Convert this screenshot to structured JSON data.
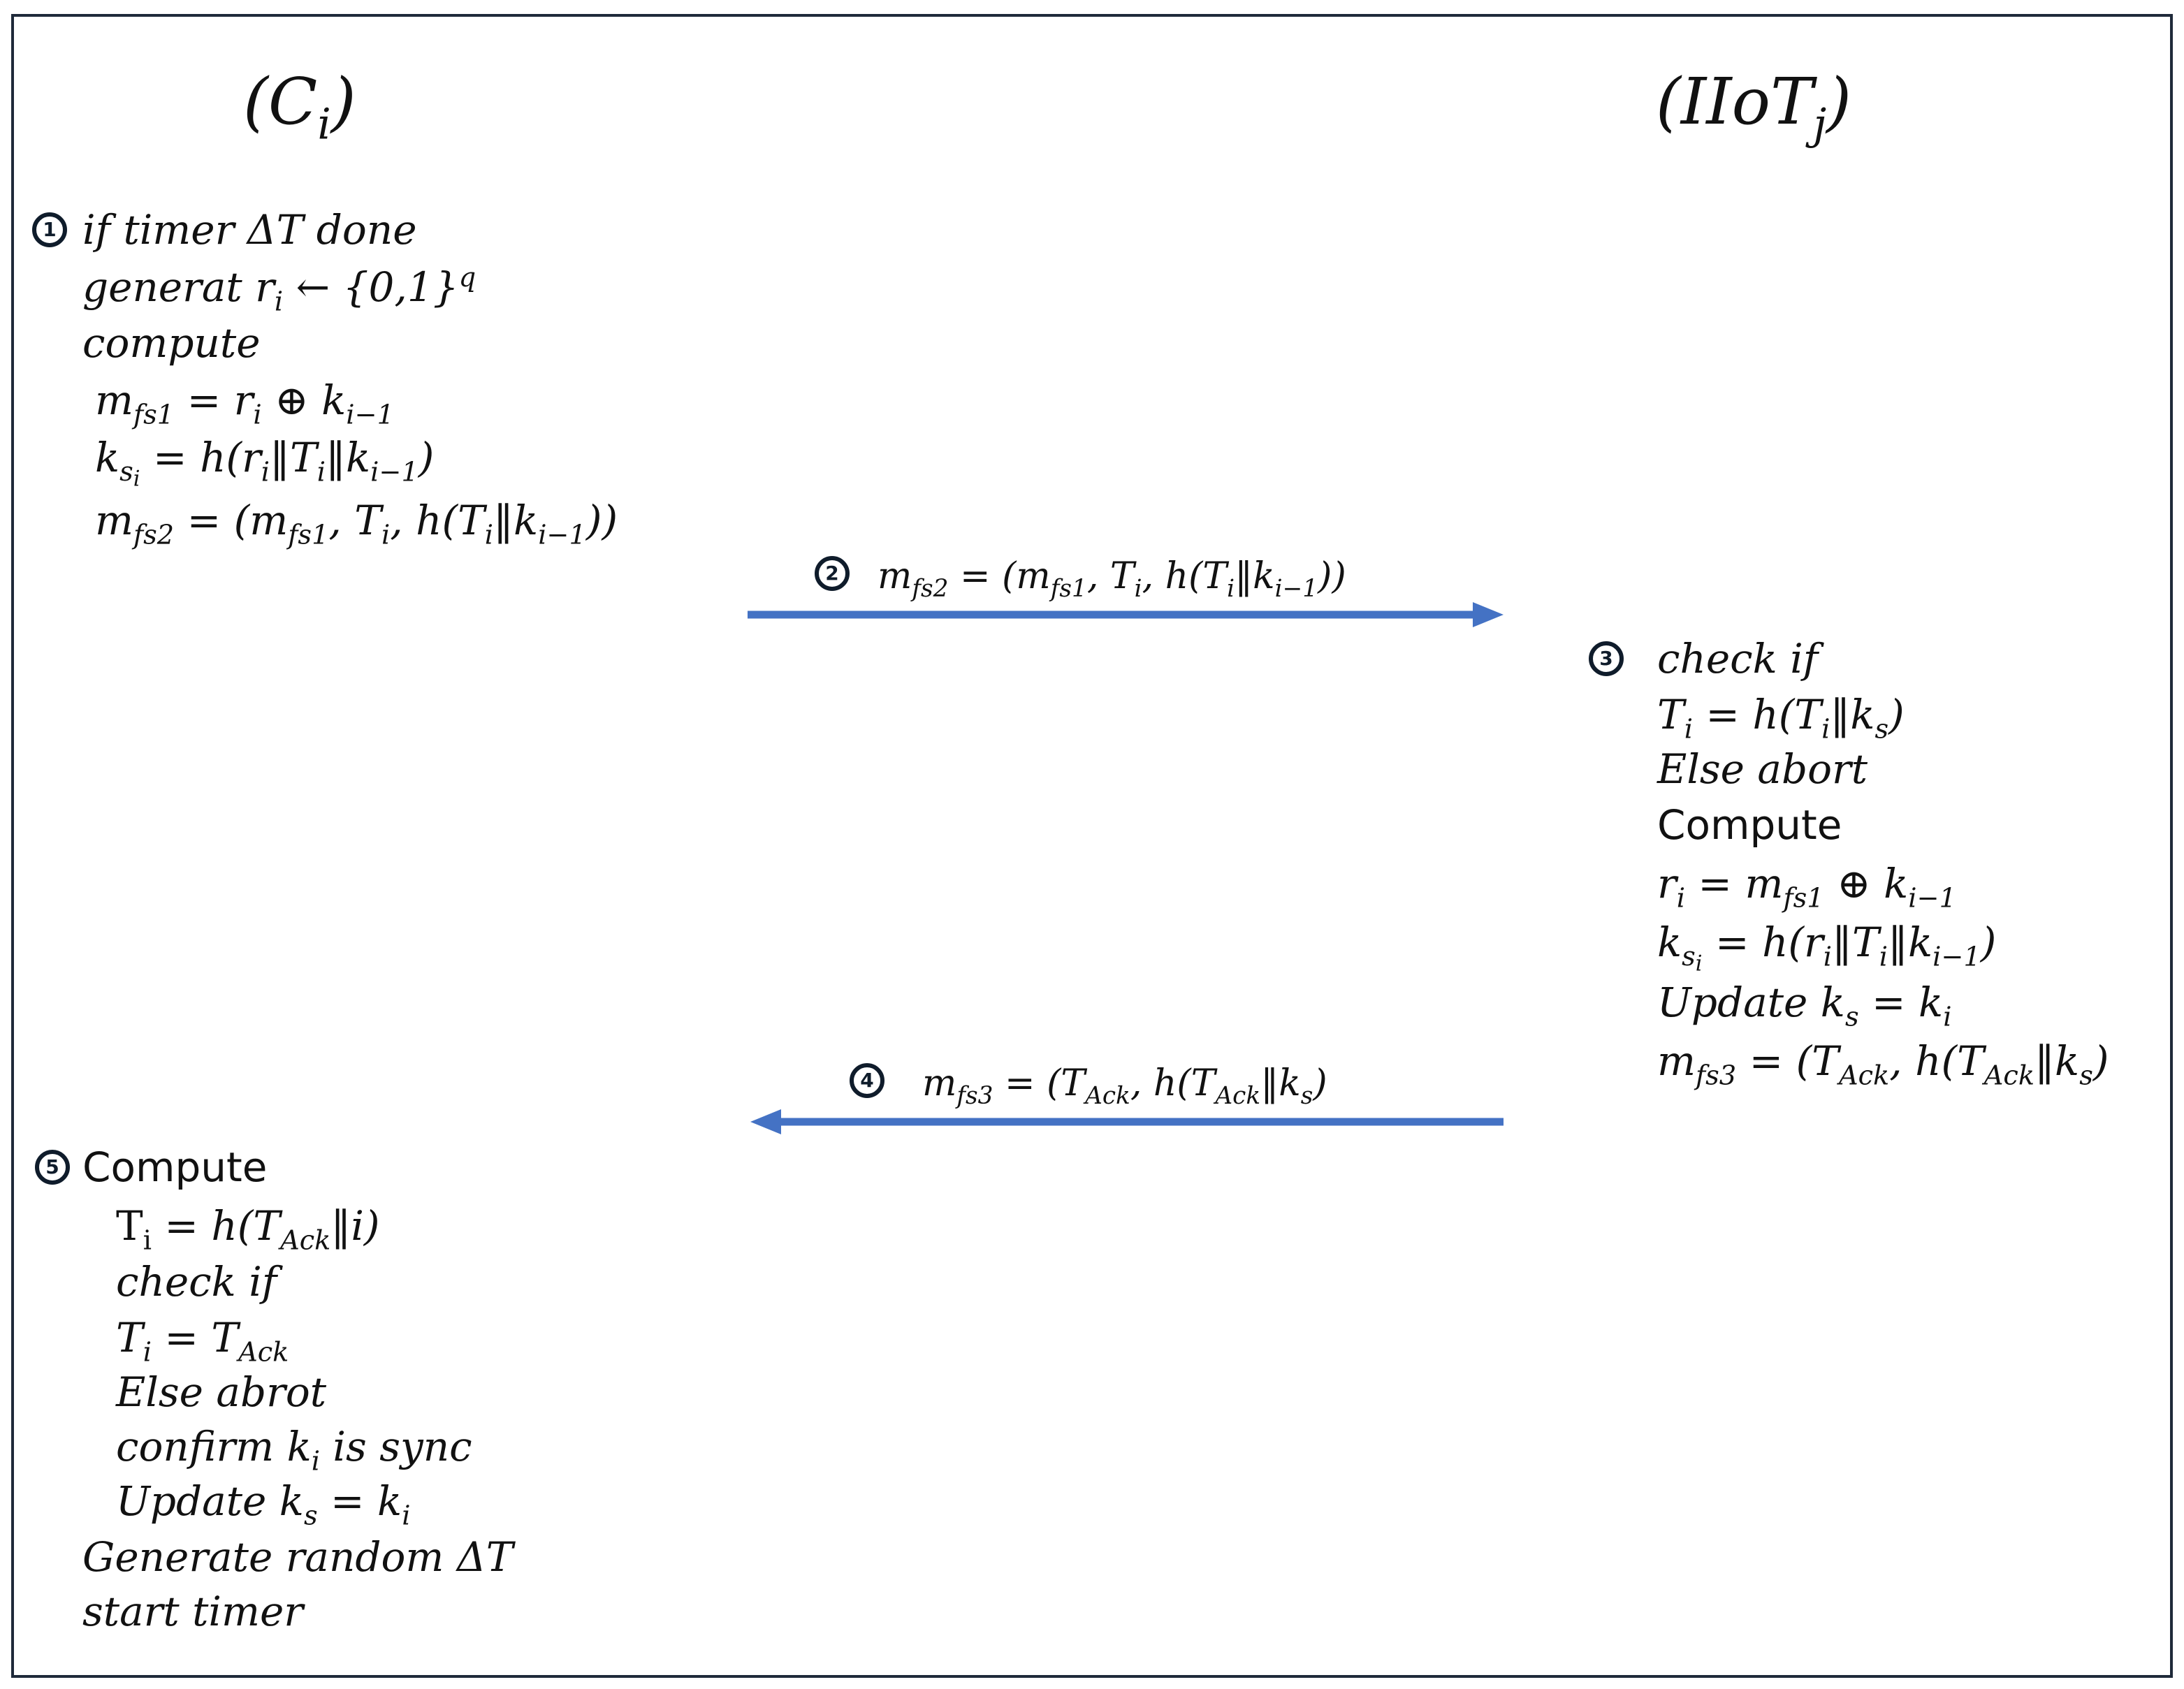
{
  "left_party": {
    "open": "(",
    "name": "C",
    "sub": "i",
    "close": ")"
  },
  "right_party": {
    "open": "(",
    "name": "IIoT",
    "sub": "j",
    "close": ")"
  },
  "steps": [
    {
      "number": "1"
    },
    {
      "number": "2"
    },
    {
      "number": "3"
    },
    {
      "number": "4"
    },
    {
      "number": "5"
    }
  ],
  "step1": {
    "l1": "if timer ΔT done",
    "l2a": "generat r",
    "l2b": "i",
    "l2c": " ← {0,1}",
    "l2d": "q",
    "l3": "compute"
  },
  "step3": {
    "l1": "check if",
    "l3": "Else abort",
    "l4": "Compute",
    "l7a": "Update k",
    "l7b": "s",
    "l7c": " = k",
    "l7d": "i"
  },
  "step5": {
    "l1": "Compute",
    "l3": "check if",
    "l5": "Else abrot",
    "l6a": "confirm k",
    "l6b": "i",
    "l6c": " is sync",
    "l7a": "Update k",
    "l7b": "s",
    "l7c": " = k",
    "l7d": "i",
    "l8": "Generate random ΔT",
    "l9": "start timer"
  },
  "colors": {
    "arrow": "#4472c4",
    "border": "#1f2a3a",
    "badge": "#0f1c2b"
  }
}
